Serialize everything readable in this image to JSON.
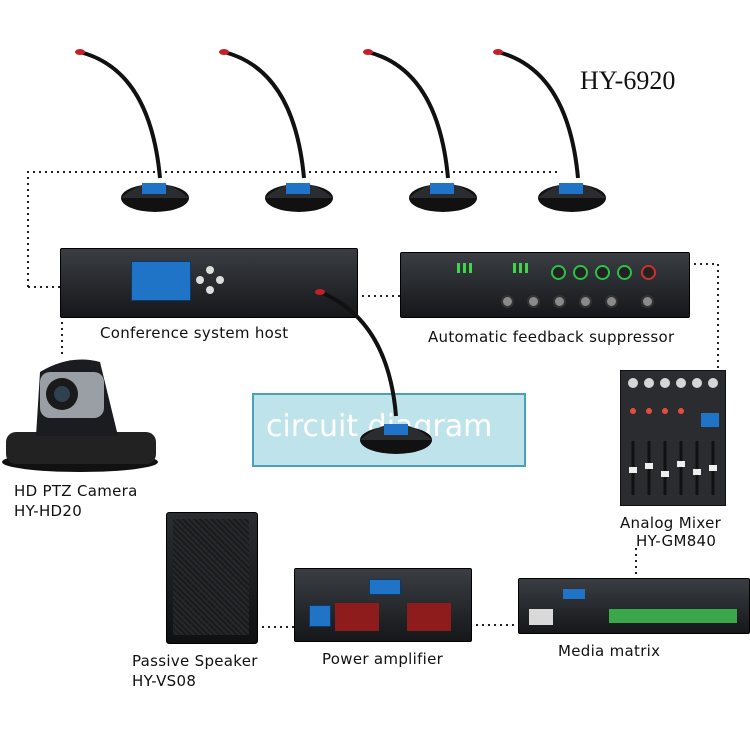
{
  "model": "HY-6920",
  "banner_text": "circuit diagram",
  "colors": {
    "banner_fill": "#bfe3ea",
    "banner_border": "#4aa0b8",
    "device_body": "#1c1e21",
    "screen": "#1f74c8",
    "accent_green": "#2fbf4a",
    "link": "#222222"
  },
  "devices": {
    "host": {
      "label": "Conference system host"
    },
    "suppressor": {
      "label": "Automatic feedback suppressor"
    },
    "camera": {
      "label": "HD PTZ Camera",
      "model": "HY-HD20"
    },
    "mixer": {
      "label": "Analog Mixer",
      "model": "HY-GM840"
    },
    "speaker": {
      "label": "Passive Speaker",
      "model": "HY-VS08"
    },
    "amplifier": {
      "label": "Power amplifier"
    },
    "matrix": {
      "label": "Media matrix"
    }
  },
  "microphones": [
    {
      "name": "mic-unit-1"
    },
    {
      "name": "mic-unit-2"
    },
    {
      "name": "mic-unit-3"
    },
    {
      "name": "mic-unit-4"
    },
    {
      "name": "mic-unit-5"
    }
  ]
}
